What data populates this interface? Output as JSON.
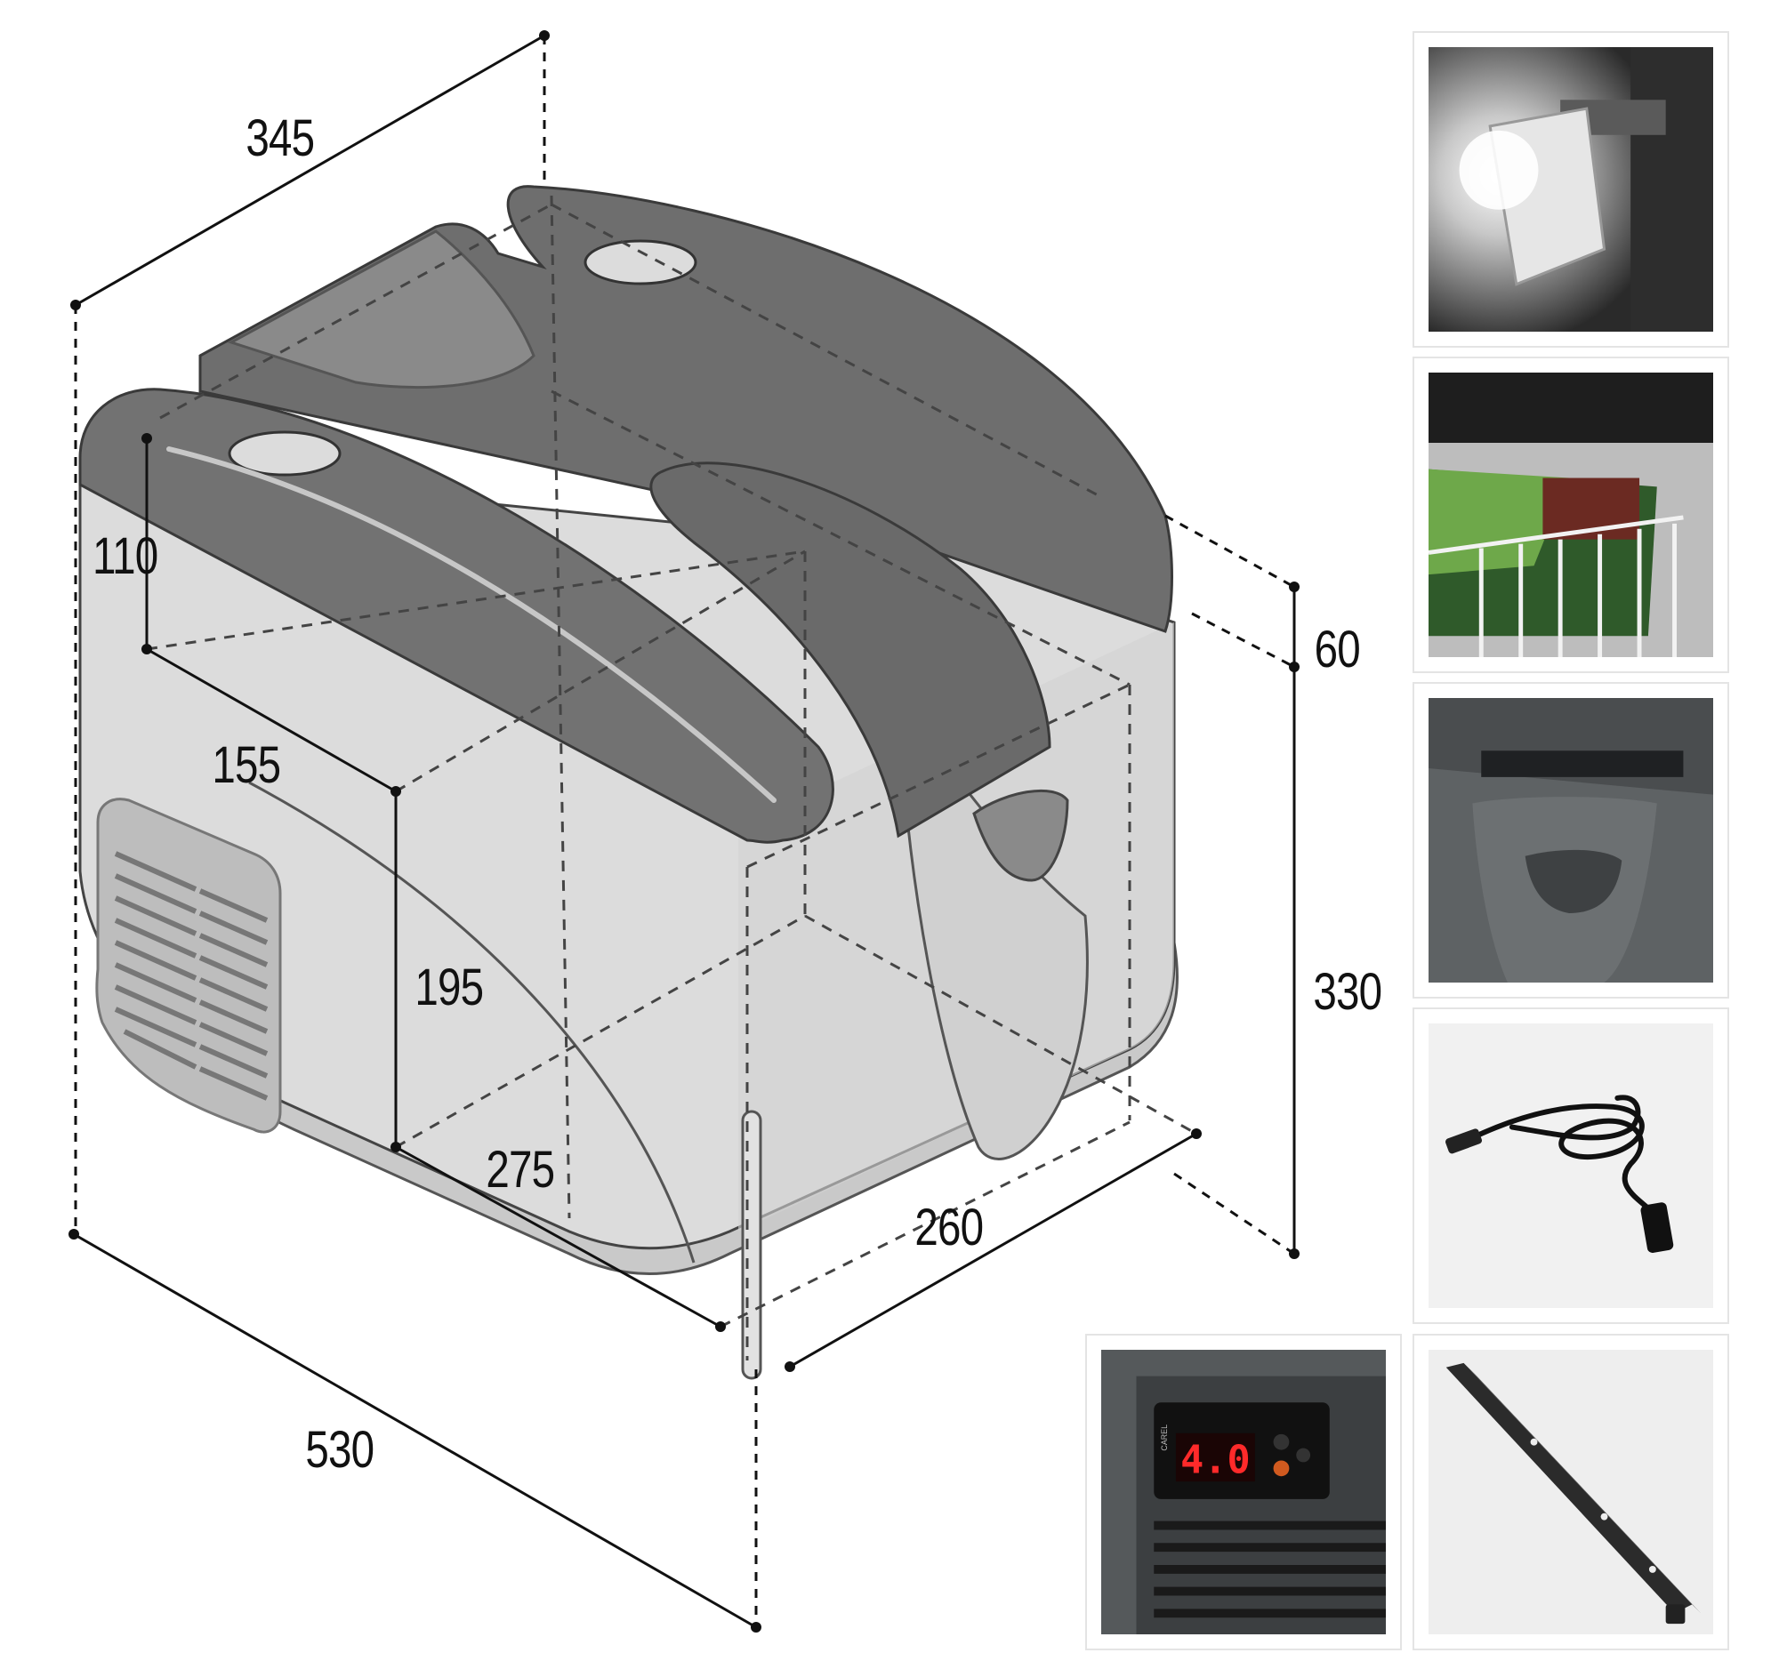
{
  "dimensions": {
    "top_depth": "345",
    "inner_height": "110",
    "inner_depth": "155",
    "compartment_height": "195",
    "compartment_length": "275",
    "inner_width": "260",
    "outer_length": "530",
    "lid_height": "60",
    "body_height": "330"
  },
  "thumbnails": [
    {
      "icon": "interior-light-icon"
    },
    {
      "icon": "wire-basket-icon"
    },
    {
      "icon": "carry-handle-icon"
    },
    {
      "icon": "power-cable-icon"
    },
    {
      "icon": "digital-thermostat-icon",
      "display_value": "4.0",
      "brand": "CAREL"
    },
    {
      "icon": "mounting-bracket-icon"
    }
  ],
  "colors": {
    "lid": "#6e6e6e",
    "body": "#d6d6d6",
    "outline": "#3a3a3a"
  }
}
